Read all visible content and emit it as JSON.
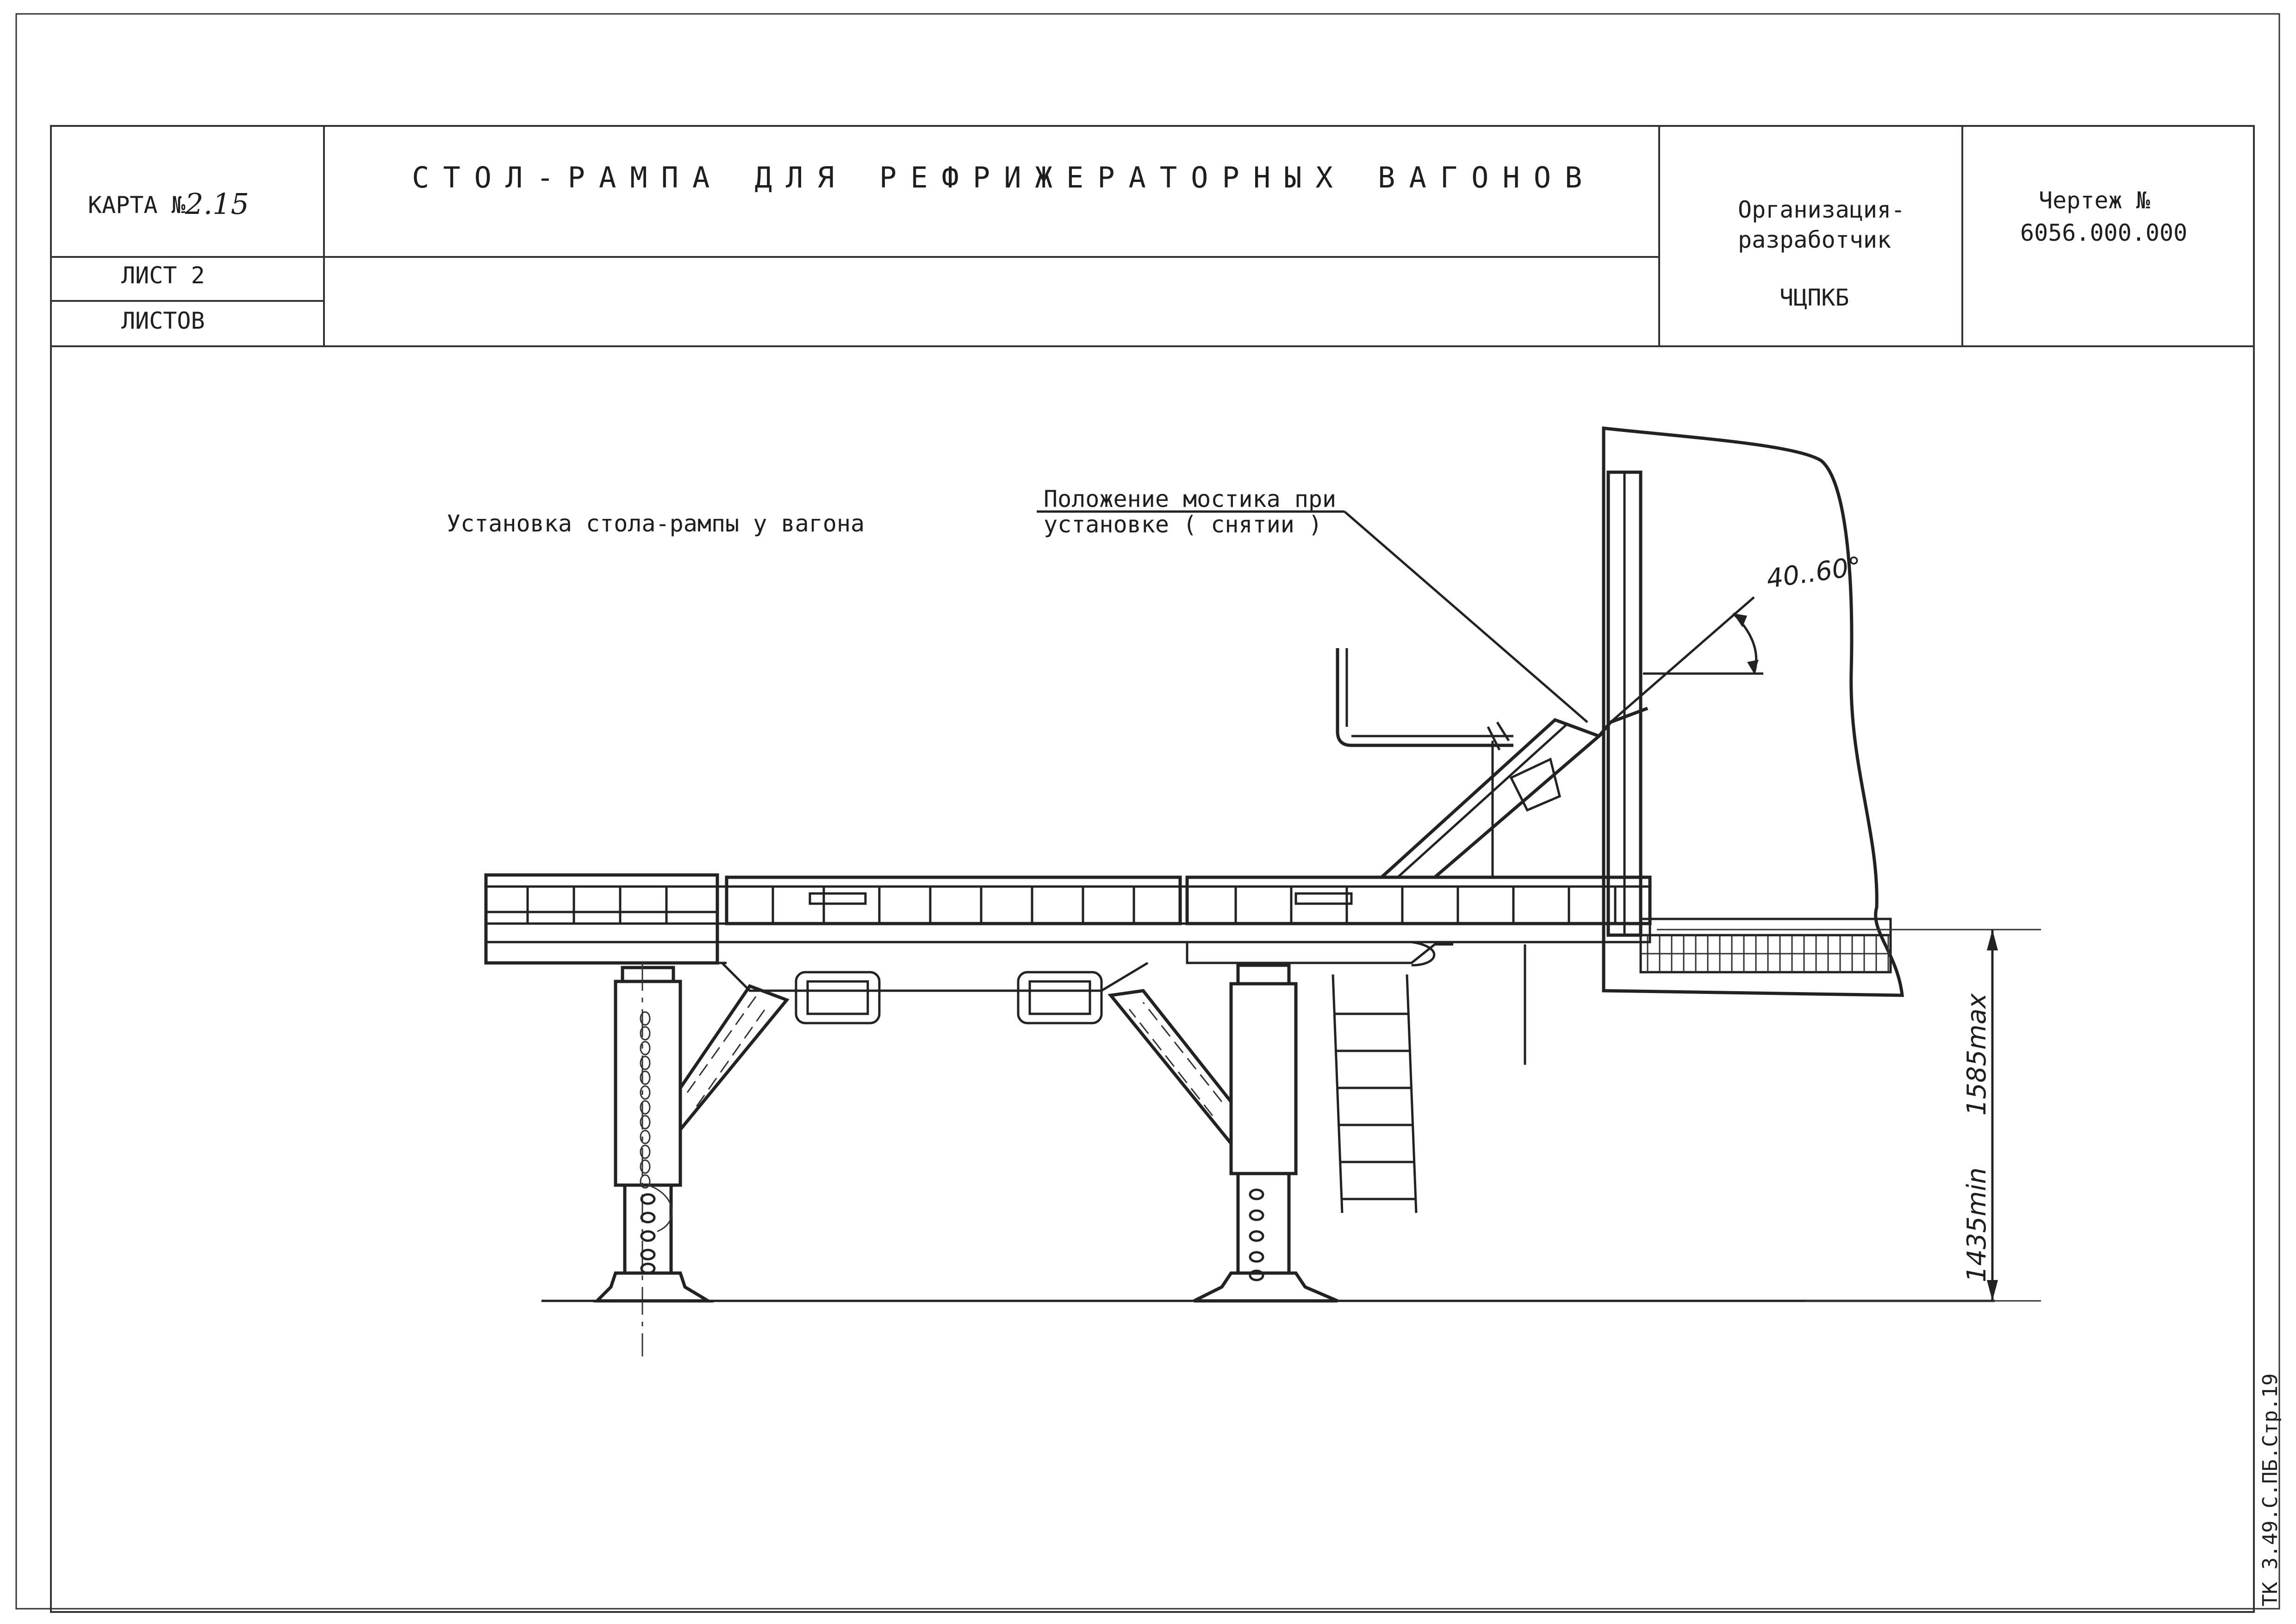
{
  "title_block": {
    "card_label": "КАРТА №",
    "card_number": "2.15",
    "sheet_label": "ЛИСТ 2",
    "sheets_label": "ЛИСТОВ",
    "title": "СТОЛ-РАМПА ДЛЯ РЕФРИЖЕРАТОРНЫХ ВАГОНОВ",
    "org_label_line1": "Организация-",
    "org_label_line2": "разработчик",
    "org_name": "ЧЦПКБ",
    "drawing_label": "Чертеж №",
    "drawing_number": "6056.000.000"
  },
  "drawing": {
    "view_caption": "Установка стола-рампы у вагона",
    "leader_note_line1": "Положение мостика при",
    "leader_note_line2": "установке ( снятии )",
    "angle_label": "40..60°",
    "height_min": "1435min",
    "height_max": "1585max"
  },
  "margin_stamp": "ТК 3.49.С.ПБ.Стр.19"
}
